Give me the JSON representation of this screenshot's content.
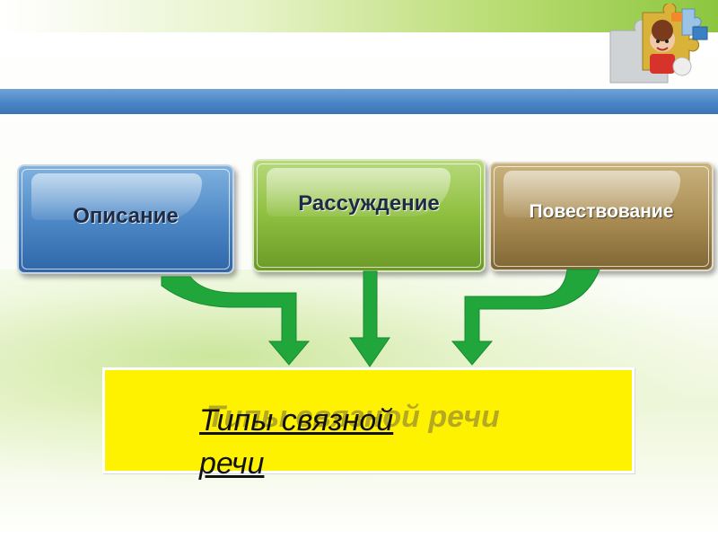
{
  "diagram": {
    "boxes": [
      {
        "label": "Описание",
        "color": "#4a85c4"
      },
      {
        "label": "Рассуждение",
        "color": "#8ebf3f"
      },
      {
        "label": "Повествование",
        "color": "#a88b52"
      }
    ],
    "target": {
      "label": "Типы связной речи",
      "color": "#fff200"
    },
    "arrow_color": "#21a63b"
  },
  "decor": {
    "top_band_color": "#8cc63f",
    "bar_color": "#4a86c5",
    "corner_image": "puzzle-pieces-icon"
  }
}
